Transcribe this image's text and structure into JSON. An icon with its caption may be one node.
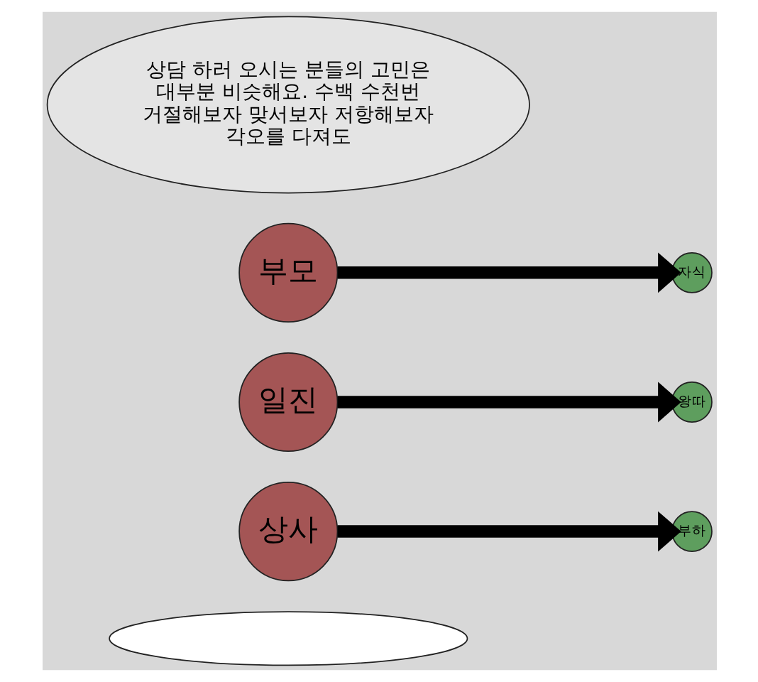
{
  "diagram": {
    "nodes": [
      {
        "text": [
          "상담 하러 오시는 분들의 고민은 대부분 비슷해요. 수백 수천번 거절해보자 맞서보자 저항해보자 각오를 다져도"
        ]
      },
      {
        "text": [
          "부모"
        ]
      },
      {
        "text": [
          "자식"
        ]
      },
      {
        "text": [
          "일진"
        ]
      },
      {
        "text": [
          "왕따"
        ]
      },
      {
        "text": [
          "상사"
        ]
      },
      {
        "text": [
          "부하"
        ]
      },
      {
        "text": [],
        "shape": "ellipse"
      }
    ],
    "edges": [
      {
        "from": 1,
        "to": 2,
        "arrow": "to"
      },
      {
        "from": 3,
        "to": 4,
        "arrow": "to"
      },
      {
        "from": 5,
        "to": 6,
        "arrow": "to"
      }
    ]
  }
}
